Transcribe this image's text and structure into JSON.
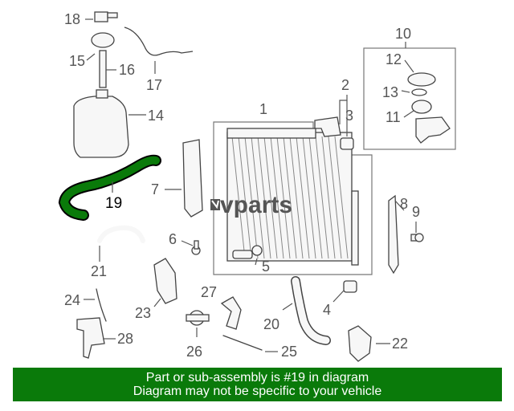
{
  "watermark": "vparts",
  "banner": {
    "line1": "Part or sub-assembly is #19 in diagram",
    "line2": "Diagram may not be specific to your vehicle"
  },
  "highlight_color": "#0a7a0a",
  "callouts": {
    "c1": "1",
    "c2": "2",
    "c3": "3",
    "c4": "4",
    "c5": "5",
    "c6": "6",
    "c7": "7",
    "c8": "8",
    "c9": "9",
    "c10": "10",
    "c11": "11",
    "c12": "12",
    "c13": "13",
    "c14": "14",
    "c15": "15",
    "c16": "16",
    "c17": "17",
    "c18": "18",
    "c19": "19",
    "c20": "20",
    "c21": "21",
    "c22": "22",
    "c23": "23",
    "c24": "24",
    "c25": "25",
    "c26": "26",
    "c27": "27",
    "c28": "28"
  }
}
